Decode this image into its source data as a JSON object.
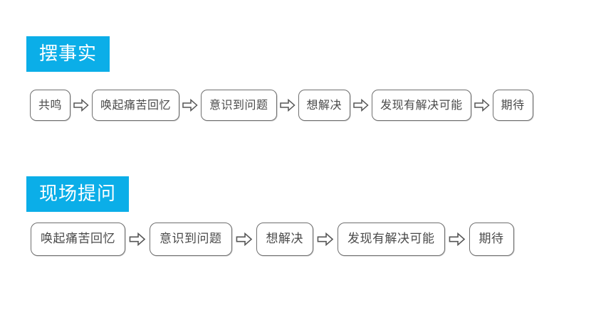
{
  "slide": {
    "background_color": "#ffffff",
    "accent_color": "#0BAEE8",
    "node_border_color": "#6f6f6f",
    "node_text_color": "#4a4a4a"
  },
  "sections": [
    {
      "banner_label": "摆事实",
      "steps": [
        "共鸣",
        "唤起痛苦回忆",
        "意识到问题",
        "想解决",
        "发现有解决可能",
        "期待"
      ]
    },
    {
      "banner_label": "现场提问",
      "steps": [
        "唤起痛苦回忆",
        "意识到问题",
        "想解决",
        "发现有解决可能",
        "期待"
      ]
    }
  ],
  "icons": {
    "arrow": "right-block-arrow-icon"
  }
}
